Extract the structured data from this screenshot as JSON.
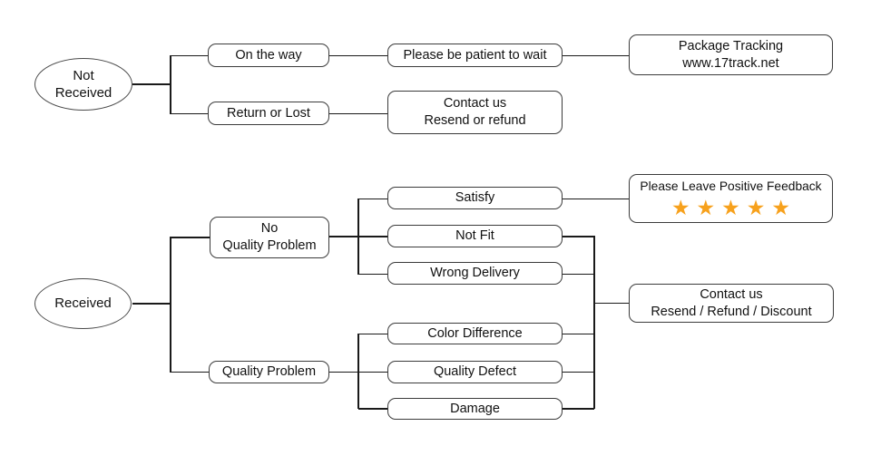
{
  "colors": {
    "background": "#ffffff",
    "line": "#1a1a1a",
    "box_border": "#3b3b3b",
    "text": "#111111",
    "star": "#f7a11c"
  },
  "nodes": {
    "not_received": {
      "lines": [
        "Not",
        "Received"
      ]
    },
    "on_the_way": {
      "label": "On the way"
    },
    "please_wait": {
      "label": "Please be patient to wait"
    },
    "package_tracking": {
      "lines": [
        "Package Tracking",
        "www.17track.net"
      ]
    },
    "return_or_lost": {
      "label": "Return or Lost"
    },
    "contact_resend_refund": {
      "lines": [
        "Contact us",
        "Resend or refund"
      ]
    },
    "received": {
      "label": "Received"
    },
    "no_quality_problem": {
      "lines": [
        "No",
        "Quality Problem"
      ]
    },
    "satisfy": {
      "label": "Satisfy"
    },
    "not_fit": {
      "label": "Not Fit"
    },
    "wrong_delivery": {
      "label": "Wrong Delivery"
    },
    "positive_feedback": {
      "label": "Please Leave Positive Feedback",
      "stars": "★★★★★",
      "star_count": 5
    },
    "quality_problem": {
      "label": "Quality Problem"
    },
    "color_difference": {
      "label": "Color Difference"
    },
    "quality_defect": {
      "label": "Quality Defect"
    },
    "damage": {
      "label": "Damage"
    },
    "contact_discount": {
      "lines": [
        "Contact us",
        "Resend / Refund / Discount"
      ]
    }
  }
}
